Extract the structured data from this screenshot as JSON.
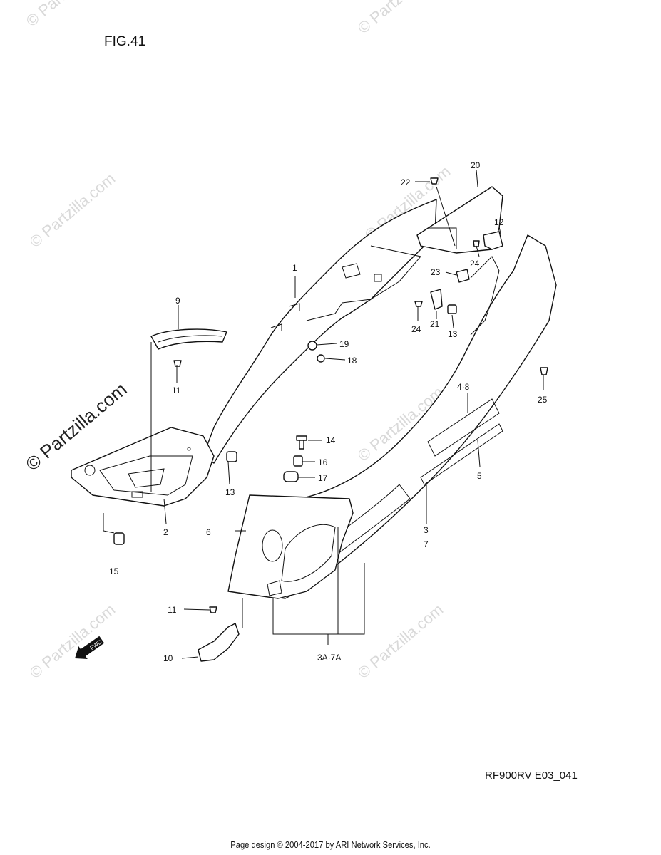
{
  "figure": {
    "title": "FIG.41",
    "code": "RF900RV E03_041"
  },
  "footer": {
    "text": "Page design © 2004-2017 by ARI Network Services, Inc."
  },
  "watermark": {
    "text": "© Partzilla.com"
  },
  "fwd_label": "FWD",
  "callouts": {
    "c1": "1",
    "c2": "2",
    "c3": "3",
    "c3a7a": "3A·7A",
    "c48": "4·8",
    "c5": "5",
    "c6": "6",
    "c7": "7",
    "c9": "9",
    "c10": "10",
    "c11a": "11",
    "c11b": "11",
    "c12": "12",
    "c13a": "13",
    "c13b": "13",
    "c14": "14",
    "c15": "15",
    "c16": "16",
    "c17": "17",
    "c18": "18",
    "c19": "19",
    "c20": "20",
    "c21": "21",
    "c22": "22",
    "c23": "23",
    "c24a": "24",
    "c24b": "24",
    "c25": "25"
  }
}
